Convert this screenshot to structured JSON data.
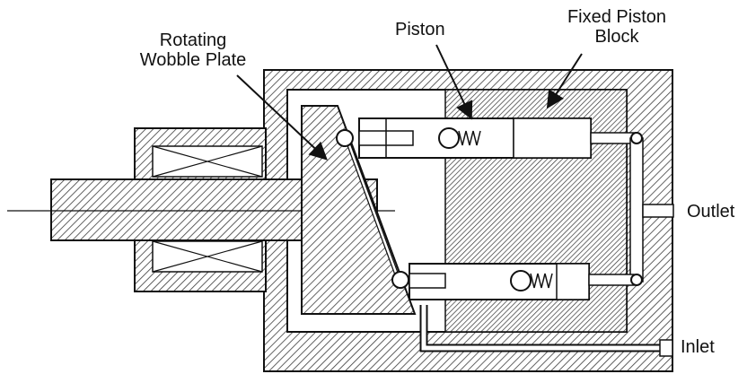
{
  "labels": {
    "wobble_plate_line1": "Rotating",
    "wobble_plate_line2": "Wobble Plate",
    "piston": "Piston",
    "fixed_block_line1": "Fixed Piston",
    "fixed_block_line2": "Block",
    "outlet": "Outlet",
    "inlet": "Inlet"
  },
  "colors": {
    "ink": "#111111",
    "hatch": "#4a4a4a",
    "body_fill": "#ffffff"
  }
}
